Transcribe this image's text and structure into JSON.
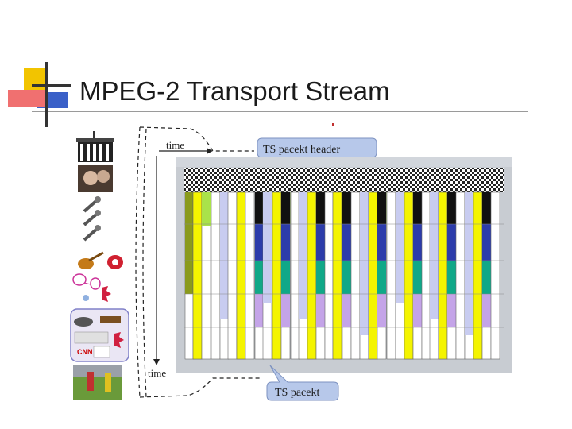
{
  "slide": {
    "title": "MPEG-2 Transport Stream"
  },
  "diagram": {
    "time_label_top": "time",
    "time_label_side": "time",
    "callout_header": "TS pacekt header",
    "callout_packet": "TS pacekt",
    "media_sources": [
      "building-icon",
      "video-face-icon",
      "microphone-icon",
      "microphone-icon",
      "microphone-icon",
      "instruments-icon",
      "cursor-graphics-icon",
      "data-broadcast-icon",
      "soccer-video-icon"
    ],
    "colors": {
      "olive": "#8a9a1c",
      "yellow": "#f4f400",
      "lightgreen": "#a9e24a",
      "lavender": "#c8ccf0",
      "blue": "#2c3caa",
      "teal": "#10a888",
      "violet": "#c4a4e8",
      "panel": "#c8ccd2",
      "callout": "#b7c8ea"
    }
  }
}
